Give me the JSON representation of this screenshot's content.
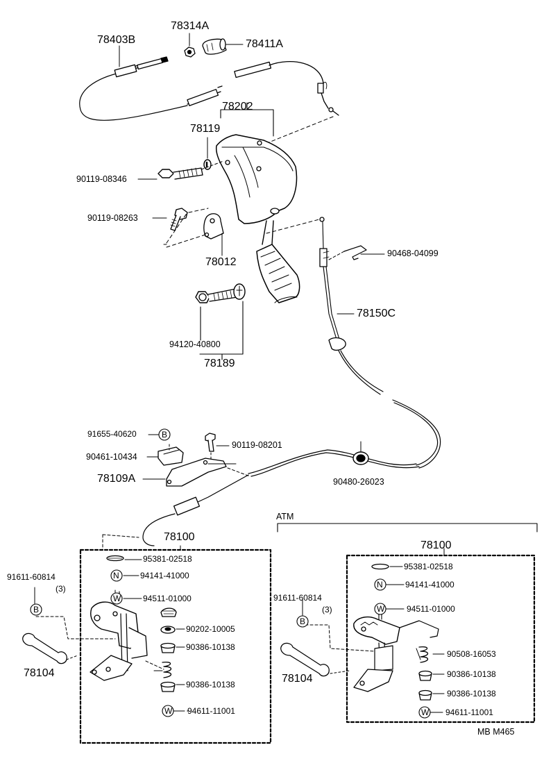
{
  "labels": {
    "l78403B": "78403B",
    "l78314A": "78314A",
    "l78411A": "78411A",
    "l78202": "78202",
    "l78119": "78119",
    "l90119_08346": "90119-08346",
    "l90119_08263": "90119-08263",
    "l78012": "78012",
    "l90468_04099": "90468-04099",
    "l78150C": "78150C",
    "l94120_40800": "94120-40800",
    "l78189": "78189",
    "l91655_40620": "91655-40620",
    "l90119_08201": "90119-08201",
    "l90461_10434": "90461-10434",
    "l78109A": "78109A",
    "l90480_26023": "90480-26023",
    "atm": "ATM",
    "left_78100": "78100",
    "left_95381": "95381-02518",
    "left_94141": "94141-41000",
    "left_94511": "94511-01000",
    "left_91611": "91611-60814",
    "left_qty3": "(3)",
    "left_90202": "90202-10005",
    "left_90386a": "90386-10138",
    "left_90386b": "90386-10138",
    "left_94611": "94611-11001",
    "left_78104": "78104",
    "right_78100": "78100",
    "right_95381": "95381-02518",
    "right_94141": "94141-41000",
    "right_94511": "94511-01000",
    "right_91611": "91611-60814",
    "right_qty3": "(3)",
    "right_90508": "90508-16053",
    "right_90386a": "90386-10138",
    "right_90386b": "90386-10138",
    "right_94611": "94611-11001",
    "right_78104": "78104",
    "footer_code": "MB  M465"
  },
  "symbols": {
    "N": "N",
    "W": "W",
    "B": "B"
  },
  "colors": {
    "line": "#000000",
    "background": "#ffffff"
  }
}
